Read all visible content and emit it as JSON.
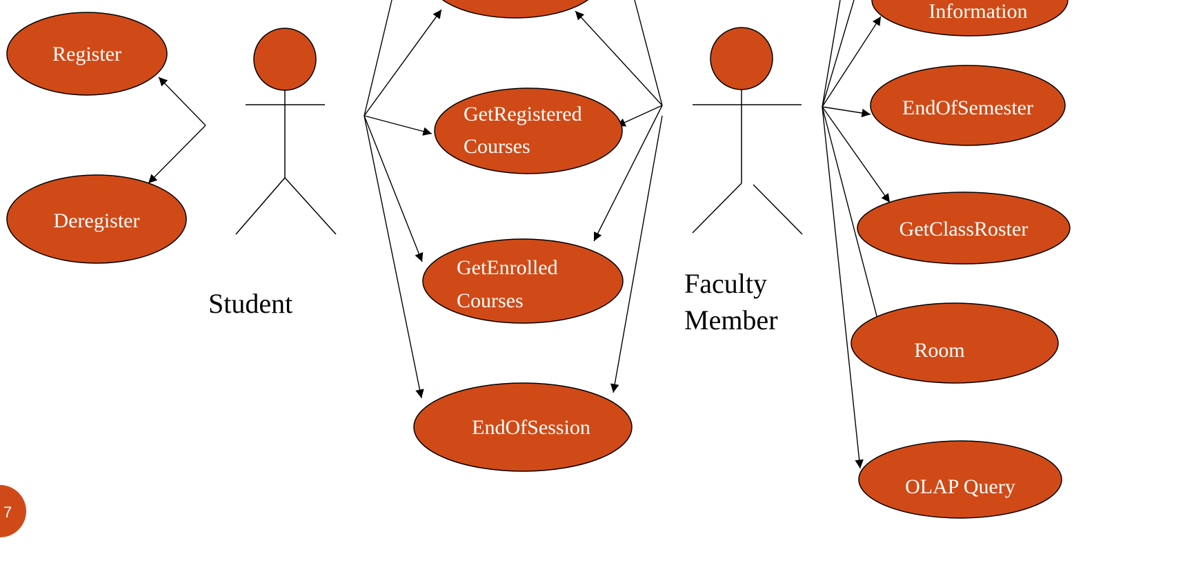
{
  "diagram": {
    "actors": {
      "student": {
        "label": "Student"
      },
      "faculty": {
        "label_line1": "Faculty",
        "label_line2": "Member"
      }
    },
    "use_cases": {
      "register": "Register",
      "deregister": "Deregister",
      "get_registered_line1": "GetRegistered",
      "get_registered_line2": "Courses",
      "get_enrolled_line1": "GetEnrolled",
      "get_enrolled_line2": "Courses",
      "end_of_session": "EndOfSession",
      "information": "Information",
      "end_of_semester": "EndOfSemester",
      "get_class_roster": "GetClassRoster",
      "room": "Room",
      "olap_query": "OLAP Query"
    },
    "colors": {
      "use_case_fill": "#d04a17",
      "outline": "#000000",
      "use_case_text": "#ffffff"
    }
  },
  "slide": {
    "page_number": "7"
  }
}
